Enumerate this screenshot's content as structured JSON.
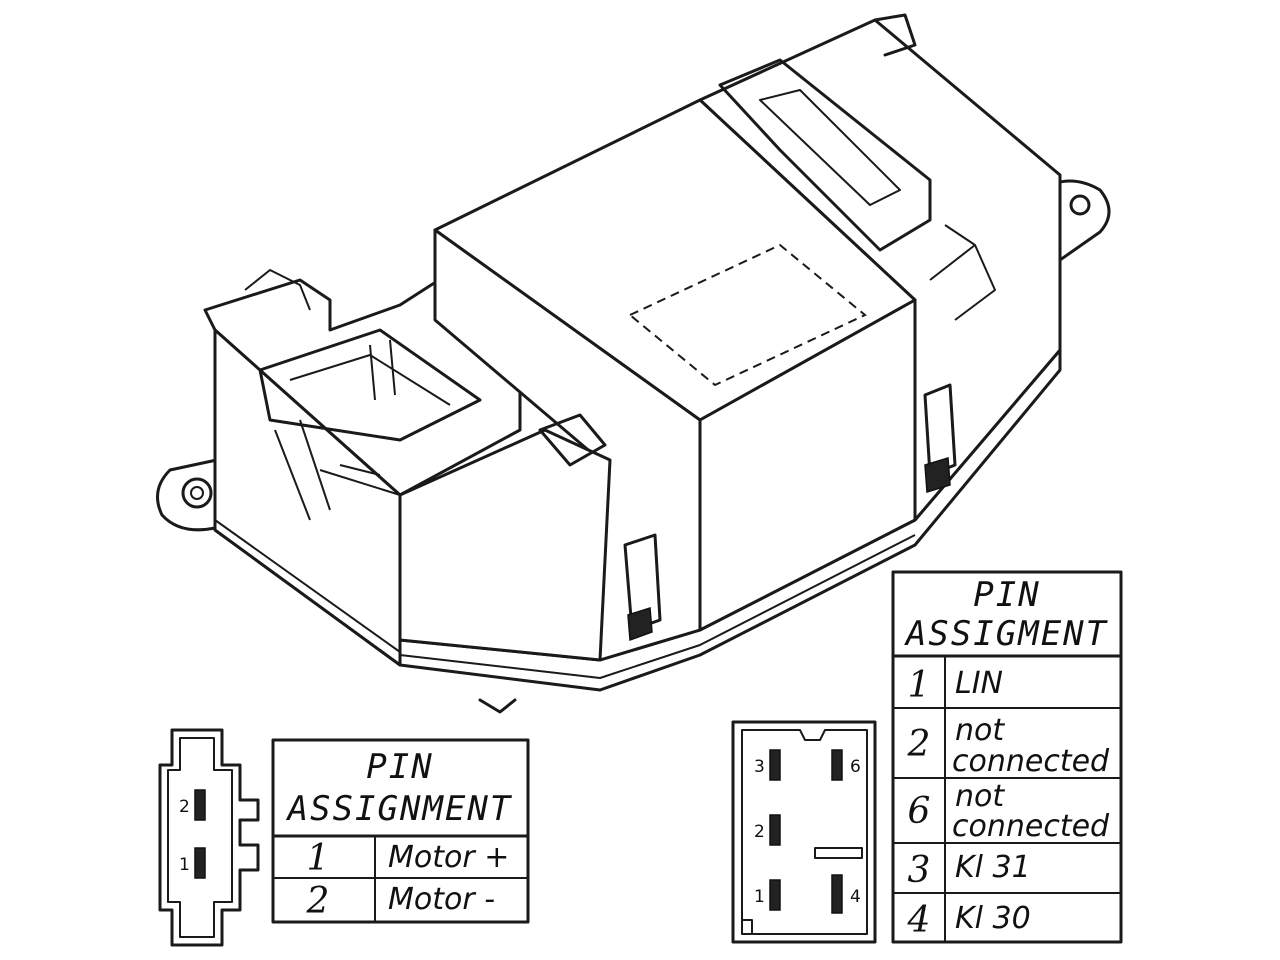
{
  "table_left": {
    "title_line1": "PIN",
    "title_line2": "ASSIGNMENT",
    "rows": [
      {
        "pin": "1",
        "function": "Motor +"
      },
      {
        "pin": "2",
        "function": "Motor -"
      }
    ]
  },
  "table_right": {
    "title_line1": "PIN",
    "title_line2": "ASSIGMENT",
    "rows": [
      {
        "pin": "1",
        "function_line1": "LIN",
        "function_line2": ""
      },
      {
        "pin": "2",
        "function_line1": "not",
        "function_line2": "connected"
      },
      {
        "pin": "6",
        "function_line1": "not",
        "function_line2": "connected"
      },
      {
        "pin": "3",
        "function_line1": "Kl 31",
        "function_line2": ""
      },
      {
        "pin": "4",
        "function_line1": "Kl 30",
        "function_line2": ""
      }
    ]
  },
  "connector_left": {
    "pin_labels": [
      "2",
      "1"
    ]
  },
  "connector_right": {
    "pin_labels": [
      "3",
      "6",
      "2",
      "1",
      "4"
    ]
  }
}
